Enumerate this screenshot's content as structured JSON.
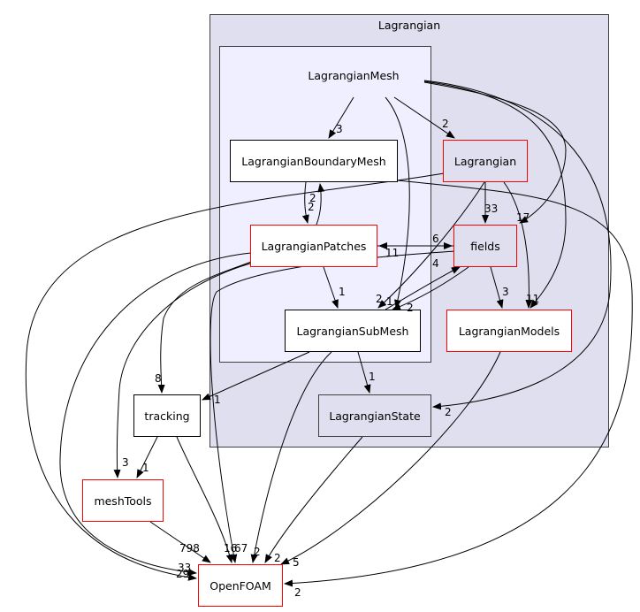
{
  "clusters": {
    "outer_title": "Lagrangian",
    "inner_title": "LagrangianMesh"
  },
  "nodes": {
    "boundary_mesh": "LagrangianBoundaryMesh",
    "patches": "LagrangianPatches",
    "submesh": "LagrangianSubMesh",
    "lagrangian": "Lagrangian",
    "fields": "fields",
    "models": "LagrangianModels",
    "state": "LagrangianState",
    "tracking": "tracking",
    "meshtools": "meshTools",
    "openfoam": "OpenFOAM"
  },
  "edge_labels": {
    "mesh_boundary": "3",
    "mesh_lagrangian": "2",
    "boundary_patches": "2",
    "patches_boundary": "2",
    "patches_fields": "6",
    "fields_patches": "11",
    "patches_submesh": "1",
    "submesh_fields": "4",
    "fields_submesh": "2",
    "lagrangian_submesh": "2",
    "mesh_submesh": "1",
    "lagrangian_fields": "33",
    "mesh_fields": "17",
    "fields_models": "3",
    "lagrangian_models": "11",
    "submesh_state": "1",
    "mesh_state": "2",
    "submesh_tracking": "1",
    "patches_tracking": "8",
    "patches_meshtools": "3",
    "tracking_meshtools": "1",
    "meshtools_openfoam": "798",
    "tracking_openfoam": "16",
    "fields_openfoam": "67",
    "submesh_openfoam": "2",
    "state_openfoam": "2",
    "models_openfoam": "5",
    "patches_openfoam": "33",
    "lagrangian_openfoam": "29",
    "boundary_openfoam": "2"
  }
}
